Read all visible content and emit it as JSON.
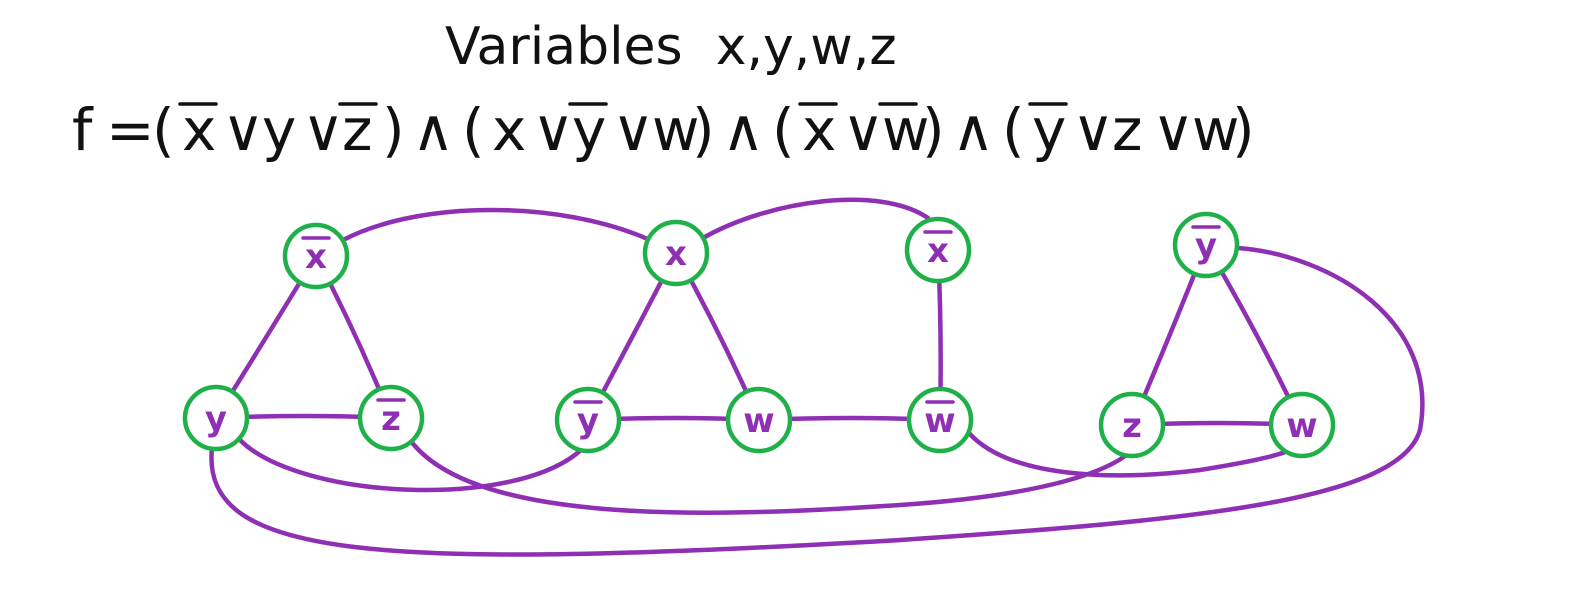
{
  "title": "Variables  x,y,w,z",
  "formula": {
    "lhs": "f",
    "equals": "=",
    "and": "∧",
    "or": "∨",
    "clauses": [
      [
        {
          "v": "x",
          "neg": true
        },
        {
          "v": "y",
          "neg": false
        },
        {
          "v": "z",
          "neg": true
        }
      ],
      [
        {
          "v": "x",
          "neg": false
        },
        {
          "v": "y",
          "neg": true
        },
        {
          "v": "w",
          "neg": false
        }
      ],
      [
        {
          "v": "x",
          "neg": true
        },
        {
          "v": "w",
          "neg": true
        }
      ],
      [
        {
          "v": "y",
          "neg": true
        },
        {
          "v": "z",
          "neg": false
        },
        {
          "v": "w",
          "neg": false
        }
      ]
    ]
  },
  "nodes": [
    {
      "id": "c1-xbar",
      "label": "x",
      "neg": true
    },
    {
      "id": "c1-y",
      "label": "y",
      "neg": false
    },
    {
      "id": "c1-zbar",
      "label": "z",
      "neg": true
    },
    {
      "id": "c2-x",
      "label": "x",
      "neg": false
    },
    {
      "id": "c2-ybar",
      "label": "y",
      "neg": true
    },
    {
      "id": "c2-w",
      "label": "w",
      "neg": false
    },
    {
      "id": "c3-xbar",
      "label": "x",
      "neg": true
    },
    {
      "id": "c3-wbar",
      "label": "w",
      "neg": true
    },
    {
      "id": "c4-ybar",
      "label": "y",
      "neg": true
    },
    {
      "id": "c4-z",
      "label": "z",
      "neg": false
    },
    {
      "id": "c4-w",
      "label": "w",
      "neg": false
    }
  ],
  "edges": [
    [
      "c1-xbar",
      "c1-y"
    ],
    [
      "c1-xbar",
      "c1-zbar"
    ],
    [
      "c1-y",
      "c1-zbar"
    ],
    [
      "c2-x",
      "c2-ybar"
    ],
    [
      "c2-x",
      "c2-w"
    ],
    [
      "c2-ybar",
      "c2-w"
    ],
    [
      "c3-xbar",
      "c3-wbar"
    ],
    [
      "c4-ybar",
      "c4-z"
    ],
    [
      "c4-ybar",
      "c4-w"
    ],
    [
      "c4-z",
      "c4-w"
    ],
    [
      "c1-xbar",
      "c2-x"
    ],
    [
      "c2-x",
      "c3-xbar"
    ],
    [
      "c2-w",
      "c3-wbar"
    ],
    [
      "c1-y",
      "c2-ybar"
    ],
    [
      "c1-y",
      "c4-ybar"
    ],
    [
      "c1-zbar",
      "c4-z"
    ],
    [
      "c3-wbar",
      "c4-w"
    ]
  ],
  "colors": {
    "edge": "#8e2fb4",
    "node_ring": "#1fb04a",
    "ink": "#111111"
  }
}
